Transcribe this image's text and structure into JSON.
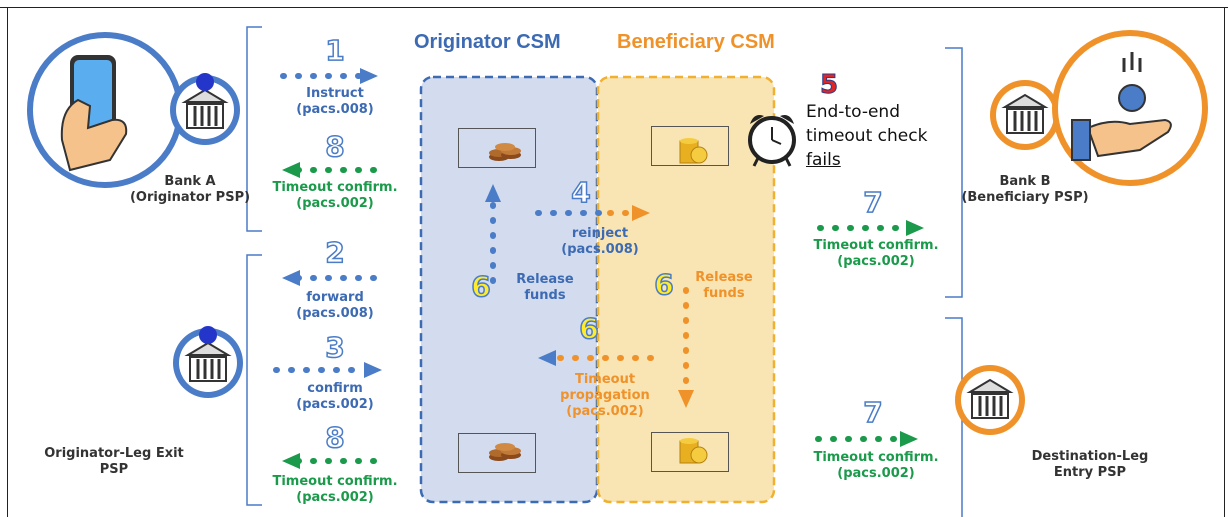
{
  "headers": {
    "originator_csm": "Originator CSM",
    "beneficiary_csm": "Beneficiary CSM"
  },
  "parties": {
    "bank_a_line1": "Bank A",
    "bank_a_line2": "(Originator PSP)",
    "bank_b_line1": "Bank B",
    "bank_b_line2": "(Beneficiary PSP)",
    "orig_exit_line1": "Originator-Leg Exit",
    "orig_exit_line2": "PSP",
    "dest_entry_line1": "Destination-Leg",
    "dest_entry_line2": "Entry PSP"
  },
  "steps": {
    "s1": {
      "num": "1",
      "label": "Instruct",
      "msg": "(pacs.008)"
    },
    "s8a": {
      "num": "8",
      "label": "Timeout confirm.",
      "msg": "(pacs.002)"
    },
    "s2": {
      "num": "2",
      "label": "forward",
      "msg": "(pacs.008)"
    },
    "s3": {
      "num": "3",
      "label": "confirm",
      "msg": "(pacs.002)"
    },
    "s8b": {
      "num": "8",
      "label": "Timeout confirm.",
      "msg": "(pacs.002)"
    },
    "s4": {
      "num": "4",
      "label": "reinject",
      "msg": "(pacs.008)"
    },
    "s5": {
      "num": "5",
      "line1": "End-to-end",
      "line2": "timeout check",
      "line3": "fails"
    },
    "s6a": {
      "num": "6",
      "line1": "Release",
      "line2": "funds"
    },
    "s6b": {
      "num": "6",
      "line1": "Release",
      "line2": "funds"
    },
    "s6c": {
      "num": "6",
      "line1": "Timeout",
      "line2": "propagation",
      "line3": "(pacs.002)"
    },
    "s7a": {
      "num": "7",
      "label": "Timeout confirm.",
      "msg": "(pacs.002)"
    },
    "s7b": {
      "num": "7",
      "label": "Timeout confirm.",
      "msg": "(pacs.002)"
    }
  },
  "icons": {
    "phone": "smartphone-hand-icon",
    "bank": "bank-building-icon",
    "coins": "coin-stack-icon",
    "clock": "alarm-clock-icon",
    "hand": "hand-receiving-coin-icon"
  },
  "colors": {
    "blue": "#3d6bb3",
    "green": "#1a9a4a",
    "orange": "#f0922a",
    "originator_csm_fill": "#d3dcef",
    "beneficiary_csm_fill": "#f9e4b3"
  }
}
